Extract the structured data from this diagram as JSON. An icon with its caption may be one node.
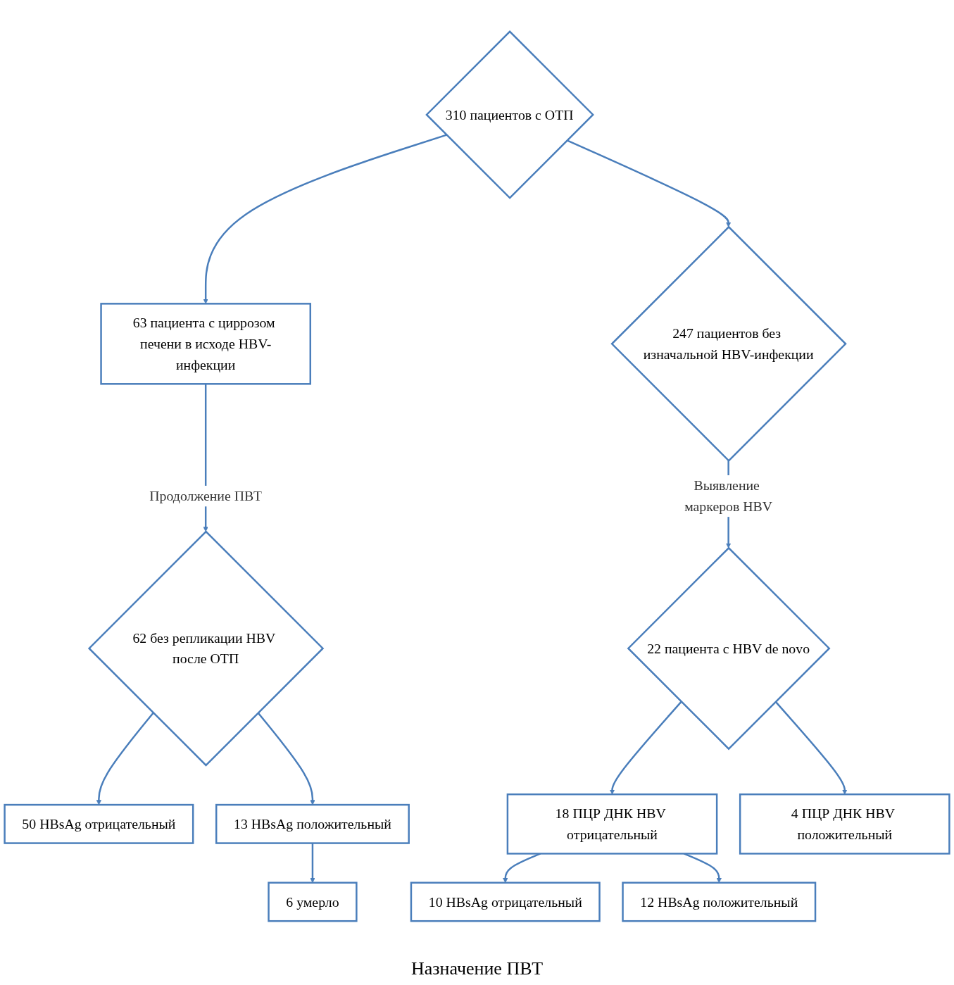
{
  "diagram": {
    "nodes": [
      {
        "text": [
          "310 пациентов с ОТП"
        ]
      },
      {
        "text": [
          "63 пациента с циррозом печени в исходе HBV-инфекции"
        ]
      },
      {
        "text": [
          "247 пациентов без изначальной HBV-инфекции"
        ]
      },
      {
        "text": [
          "62 без репликации HBV после ОТП"
        ]
      },
      {
        "text": [
          "22 пациента с HBV de novo"
        ]
      },
      {
        "text": [
          "50 HBsAg отрицательный"
        ]
      },
      {
        "text": [
          "13 HBsAg положительный"
        ]
      },
      {
        "text": [
          "18 ПЦР ДНК HBV отрицательный"
        ]
      },
      {
        "text": [
          "4 ПЦР ДНК HBV положительный"
        ]
      },
      {
        "text": [
          "6 умерло"
        ]
      },
      {
        "text": [
          "10 HBsAg отрицательный"
        ]
      },
      {
        "text": [
          "12 HBsAg положительный"
        ]
      }
    ],
    "edges": [
      {
        "from": 0,
        "to": 1,
        "arrow": "to"
      },
      {
        "from": 0,
        "to": 2,
        "arrow": "to"
      },
      {
        "from": 1,
        "to": 3,
        "arrow": "to",
        "label": "Продолжение ПВТ"
      },
      {
        "from": 2,
        "to": 4,
        "arrow": "to",
        "label": "Выявление маркеров HBV"
      },
      {
        "from": 3,
        "to": 5,
        "arrow": "to"
      },
      {
        "from": 3,
        "to": 6,
        "arrow": "to"
      },
      {
        "from": 4,
        "to": 7,
        "arrow": "to"
      },
      {
        "from": 4,
        "to": 8,
        "arrow": "to"
      },
      {
        "from": 6,
        "to": 9,
        "arrow": "to"
      },
      {
        "from": 7,
        "to": 10,
        "arrow": "to"
      },
      {
        "from": 7,
        "to": 11,
        "arrow": "to"
      }
    ],
    "labels": [
      "Назначение ПВТ"
    ]
  }
}
